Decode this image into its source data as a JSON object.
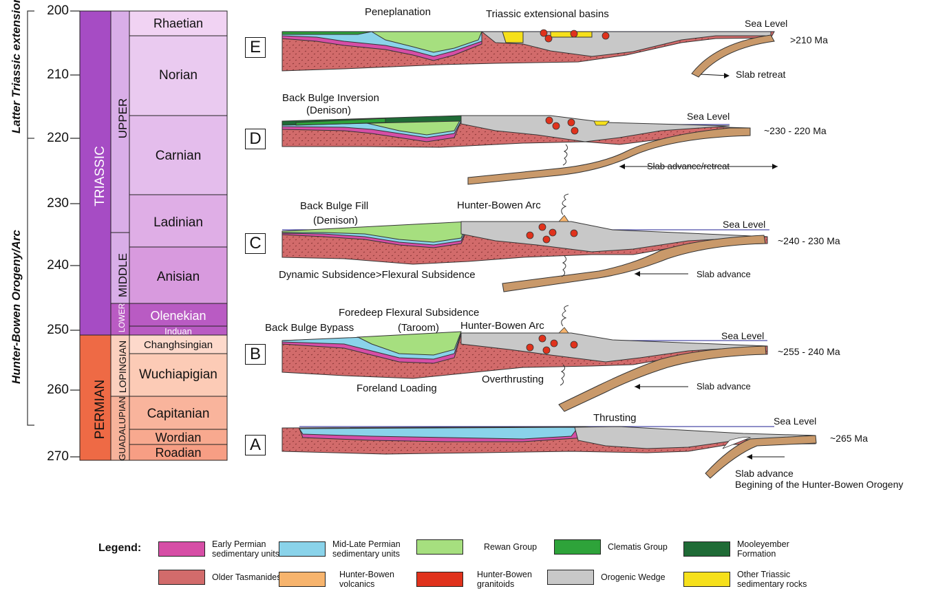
{
  "timescale": {
    "ticks": [
      "200",
      "210",
      "220",
      "230",
      "240",
      "250",
      "260",
      "270"
    ],
    "periods": [
      {
        "name": "TRIASSIC",
        "color": "#a64cc4"
      },
      {
        "name": "PERMIAN",
        "color": "#ee6a45"
      }
    ],
    "epochs": [
      {
        "name": "UPPER",
        "color": "#d9aee8"
      },
      {
        "name": "MIDDLE",
        "color": "#d9aee8"
      },
      {
        "name": "LOWER",
        "color": "#b95bc3"
      },
      {
        "name": "LOPINGIAN",
        "color": "#fbd0be"
      },
      {
        "name": "GUADALUPIAN",
        "color": "#f7b39b"
      }
    ],
    "stages": [
      {
        "name": "Rhaetian",
        "color": "#f1d3f3"
      },
      {
        "name": "Norian",
        "color": "#eacaf0"
      },
      {
        "name": "Carnian",
        "color": "#e4bdec"
      },
      {
        "name": "Ladinian",
        "color": "#dfaee6"
      },
      {
        "name": "Anisian",
        "color": "#d89ade"
      },
      {
        "name": "Olenekian",
        "color": "#b95bc3"
      },
      {
        "name": "Induan",
        "color": "#b95bc3"
      },
      {
        "name": "Changhsingian",
        "color": "#fdd9cb"
      },
      {
        "name": "Wuchiapigian",
        "color": "#fccbb6"
      },
      {
        "name": "Capitanian",
        "color": "#f9b49c"
      },
      {
        "name": "Wordian",
        "color": "#f8a98f"
      },
      {
        "name": "Roadian",
        "color": "#f79e84"
      }
    ],
    "brackets": [
      "Latter Triassic extension",
      "Hunter-Bowen Orogeny/Arc"
    ]
  },
  "panels": [
    {
      "letter": "E",
      "age": ">210 Ma",
      "sea_level": "Sea Level",
      "labels": [
        "Peneplanation",
        "Triassic extensional basins",
        "Slab retreat"
      ]
    },
    {
      "letter": "D",
      "age": "~230 - 220 Ma",
      "sea_level": "Sea Level",
      "labels": [
        "Back Bulge Inversion",
        "(Denison)",
        "Slab advance/retreat"
      ]
    },
    {
      "letter": "C",
      "age": "~240 - 230 Ma",
      "sea_level": "Sea Level",
      "labels": [
        "Back Bulge Fill",
        "(Denison)",
        "Hunter-Bowen Arc",
        "Dynamic Subsidence>Flexural Subsidence",
        "Slab advance"
      ]
    },
    {
      "letter": "B",
      "age": "~255 - 240 Ma",
      "sea_level": "Sea Level",
      "labels": [
        "Foredeep Flexural Subsidence",
        "(Taroom)",
        "Back Bulge Bypass",
        "Hunter-Bowen Arc",
        "Overthrusting",
        "Foreland Loading",
        "Slab advance"
      ]
    },
    {
      "letter": "A",
      "age": "~265 Ma",
      "sea_level": "Sea Level",
      "labels": [
        "Thrusting",
        "Slab advance",
        "Begining of the Hunter-Bowen Orogeny"
      ]
    }
  ],
  "legend": {
    "title": "Legend:",
    "items": [
      {
        "label_1": "Early Permian",
        "label_2": "sedimentary units",
        "color": "#d64ea6"
      },
      {
        "label_1": "Mid-Late Permian",
        "label_2": "sedimentary units",
        "color": "#8ad3ea"
      },
      {
        "label_1": "Rewan Group",
        "label_2": "",
        "color": "#a6df7f"
      },
      {
        "label_1": "Clematis Group",
        "label_2": "",
        "color": "#2ea33a"
      },
      {
        "label_1": "Mooleyember",
        "label_2": "Formation",
        "color": "#1f6b36"
      },
      {
        "label_1": "Older Tasmanides",
        "label_2": "",
        "color": "#d26b6b"
      },
      {
        "label_1": "Hunter-Bowen",
        "label_2": "volcanics",
        "color": "#f7b46d"
      },
      {
        "label_1": "Hunter-Bowen",
        "label_2": "granitoids",
        "color": "#e0321c"
      },
      {
        "label_1": "Orogenic Wedge",
        "label_2": "",
        "color": "#c8c8c8"
      },
      {
        "label_1": "Other Triassic",
        "label_2": "sedimentary rocks",
        "color": "#f6e01b"
      }
    ]
  }
}
